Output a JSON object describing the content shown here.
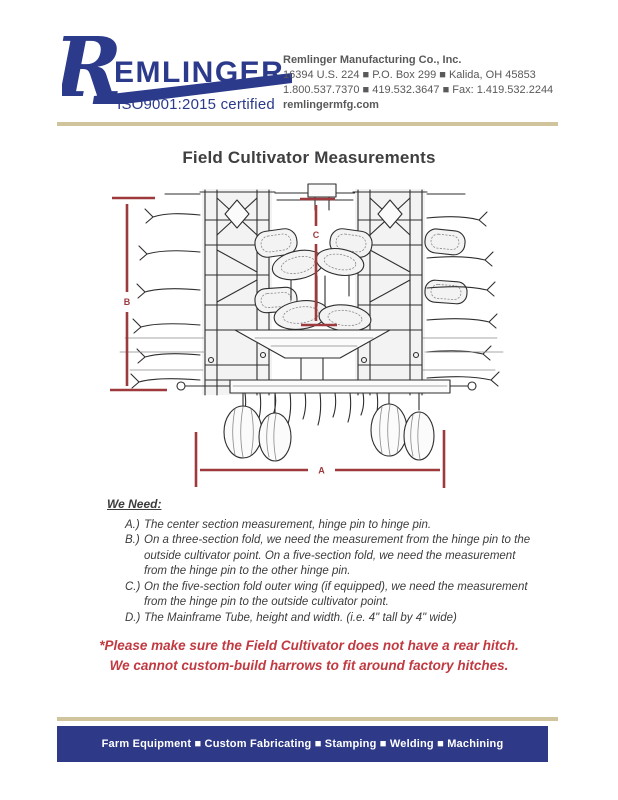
{
  "header": {
    "logo": {
      "initial": "R",
      "wordmark": "EMLINGER",
      "certification": "ISO9001:2015 certified"
    },
    "company": {
      "name": "Remlinger Manufacturing Co., Inc.",
      "address_line": "16394 U.S. 224 ■ P.O. Box 299 ■ Kalida, OH 45853",
      "phone_line": "1.800.537.7370 ■ 419.532.3647 ■ Fax: 1.419.532.2244",
      "website": "remlingermfg.com"
    }
  },
  "title": "Field Cultivator Measurements",
  "diagram": {
    "label_a": "A",
    "label_b": "B",
    "label_c": "C"
  },
  "we_need": {
    "heading": "We Need:",
    "items": [
      {
        "label": "A.)",
        "text": "The center section measurement, hinge pin to hinge pin."
      },
      {
        "label": "B.)",
        "text": "On a three-section fold, we need the measurement from the hinge pin to the outside cultivator point.  On a five-section fold, we need the measurement from the hinge pin to the other hinge pin."
      },
      {
        "label": "C.)",
        "text": "On the five-section fold outer wing (if equipped), we need the measurement from the hinge pin to the outside cultivator point."
      },
      {
        "label": "D.)",
        "text": "The Mainframe Tube, height and width.  (i.e. 4\" tall by 4\" wide)"
      }
    ]
  },
  "notice": {
    "line1": "*Please make sure the Field Cultivator does not have a rear hitch.",
    "line2": "We cannot custom-build harrows to fit around factory hitches."
  },
  "footer": {
    "services": "Farm Equipment ■ Custom Fabricating ■ Stamping ■ Welding ■ Machining"
  },
  "colors": {
    "navy": "#2c3a8c",
    "tan_rule": "#cfc49c",
    "measure_red": "#9e3a3e",
    "notice_red": "#c13a41",
    "body_gray": "#58595b"
  }
}
